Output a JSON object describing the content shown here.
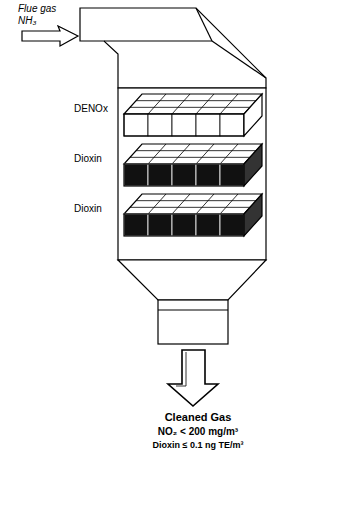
{
  "diagram": {
    "labels": [
      "Flue gas NH₃",
      "DENOx",
      "Dioxin",
      "Dioxin",
      "Cleaned Gas",
      "NO₂ < 200 mg/m³",
      "Dioxin ≤ 0.1 ng TE/m³"
    ]
  }
}
